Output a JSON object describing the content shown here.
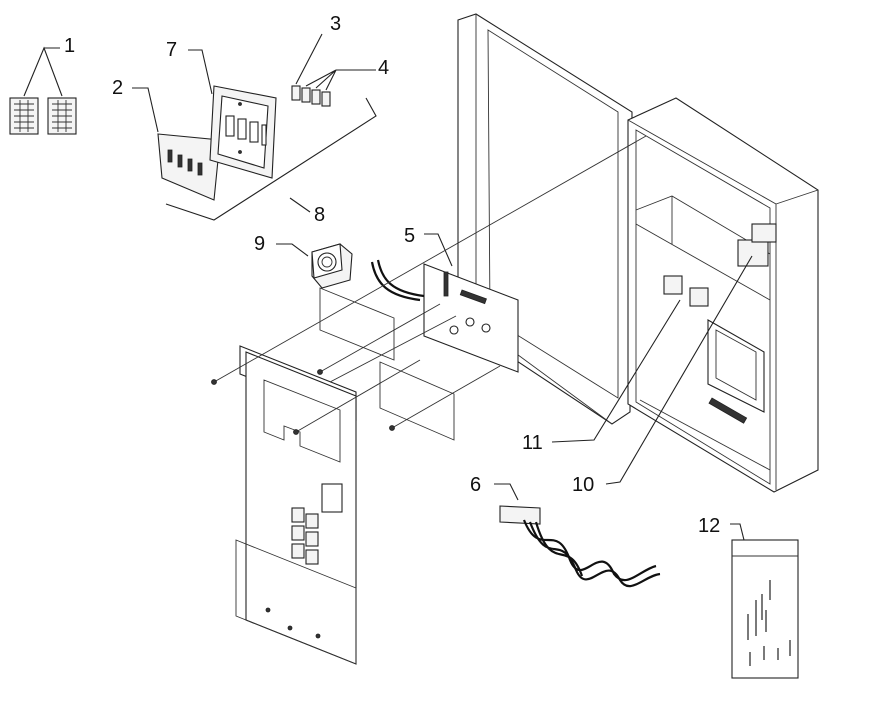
{
  "callouts": [
    {
      "id": "c1",
      "label": "1"
    },
    {
      "id": "c2",
      "label": "2"
    },
    {
      "id": "c3",
      "label": "3"
    },
    {
      "id": "c4",
      "label": "4"
    },
    {
      "id": "c5",
      "label": "5"
    },
    {
      "id": "c6",
      "label": "6"
    },
    {
      "id": "c7",
      "label": "7"
    },
    {
      "id": "c8",
      "label": "8"
    },
    {
      "id": "c9",
      "label": "9"
    },
    {
      "id": "c10",
      "label": "10"
    },
    {
      "id": "c11",
      "label": "11"
    },
    {
      "id": "c12",
      "label": "12"
    }
  ],
  "colors": {
    "line": "#222222",
    "fill": "#f4f4f4",
    "background": "#ffffff"
  }
}
